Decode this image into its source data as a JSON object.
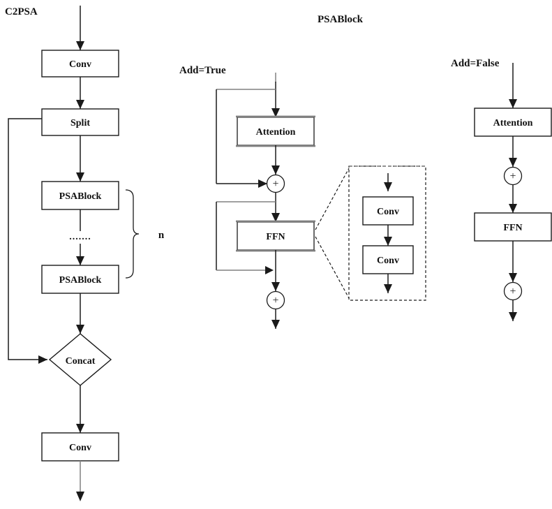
{
  "colors": {
    "line": "#1a1a1a",
    "connector_gray": "#808080",
    "box_fill": "#ffffff",
    "text": "#111111",
    "background": "#ffffff"
  },
  "c2psa": {
    "title": "C2PSA",
    "conv_top": "Conv",
    "split": "Split",
    "psablock_1": "PSABlock",
    "ellipsis": ".......",
    "psablock_2": "PSABlock",
    "repeat_count": "n",
    "concat": "Concat",
    "conv_bottom": "Conv"
  },
  "psablock": {
    "title": "PSABlock",
    "add_true": {
      "label": "Add=True",
      "attention": "Attention",
      "add_1": "+",
      "ffn": "FFN",
      "add_2": "+"
    },
    "ffn_detail": {
      "conv_1": "Conv",
      "conv_2": "Conv"
    },
    "add_false": {
      "label": "Add=False",
      "attention": "Attention",
      "add_1": "+",
      "ffn": "FFN",
      "add_2": "+"
    }
  }
}
